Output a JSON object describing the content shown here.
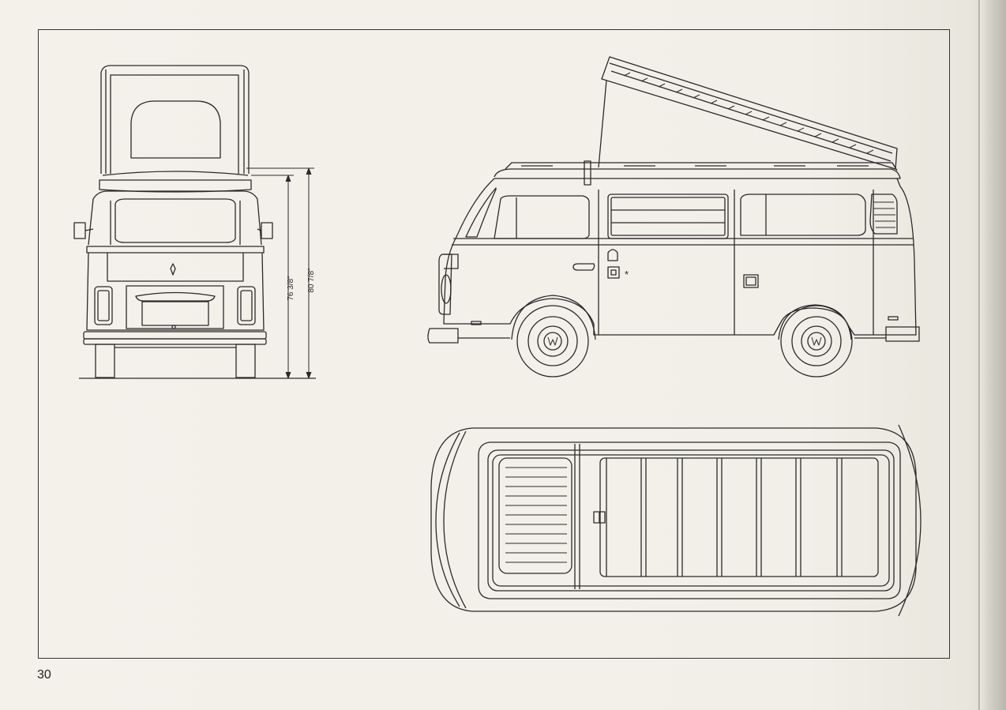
{
  "page": {
    "number": "30"
  },
  "dimensions": {
    "inner_height_label": "76 3/8\"",
    "outer_height_label": "80 7/8\""
  },
  "side_view": {
    "door_mark": "*"
  },
  "colors": {
    "paper": "#f1efe7",
    "ink": "#2a2a2a"
  }
}
